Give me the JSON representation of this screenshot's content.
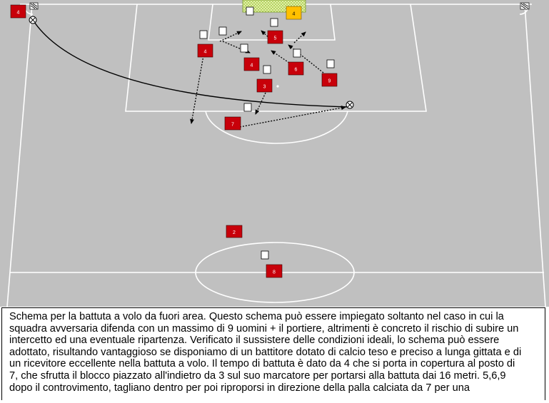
{
  "pitch": {
    "grass": "#c0c0c0",
    "lines": "#ffffff",
    "goal_net": "#e6f4b0"
  },
  "colors": {
    "own_player": "#c8000a",
    "goalkeeper": "#ffc000",
    "opponent": "#ffffff",
    "ball_icon": "football-icon",
    "flag_icon": "corner-flag-icon"
  },
  "players": [
    {
      "role": "own",
      "number": "4"
    },
    {
      "role": "goalkeeper",
      "number": "4"
    },
    {
      "role": "own",
      "number": "4"
    },
    {
      "role": "own",
      "number": "5"
    },
    {
      "role": "own",
      "number": "4"
    },
    {
      "role": "own",
      "number": "6"
    },
    {
      "role": "own",
      "number": "9"
    },
    {
      "role": "own",
      "number": "3"
    },
    {
      "role": "own",
      "number": "7"
    },
    {
      "role": "own",
      "number": "2"
    },
    {
      "role": "own",
      "number": "8"
    }
  ],
  "caption": {
    "lines": [
      "Schema per la battuta a volo da fuori area. Questo schema può essere impiegato soltanto nel caso in cui la",
      "squadra avversaria difenda con un massimo di 9 uomini + il portiere, altrimenti è concreto il rischio di subire un",
      "intercetto ed una eventuale ripartenza. Verificato il sussistere delle condizioni ideali, lo schema può essere",
      "adottato, risultando vantaggioso se disponiamo di un battitore dotato di calcio teso e preciso a lunga gittata e di",
      "un ricevitore eccellente nella battuta a volo. Il tempo di battuta è dato da 4 che si porta in copertura al posto di",
      "7, che sfrutta il blocco piazzato all'indietro da 3 sul suo marcatore per portarsi alla battuta dai 16 metri. 5,6,9",
      "dopo il controvimento, tagliano dentro per poi riproporsi in direzione della palla calciata da 7 per una"
    ]
  }
}
